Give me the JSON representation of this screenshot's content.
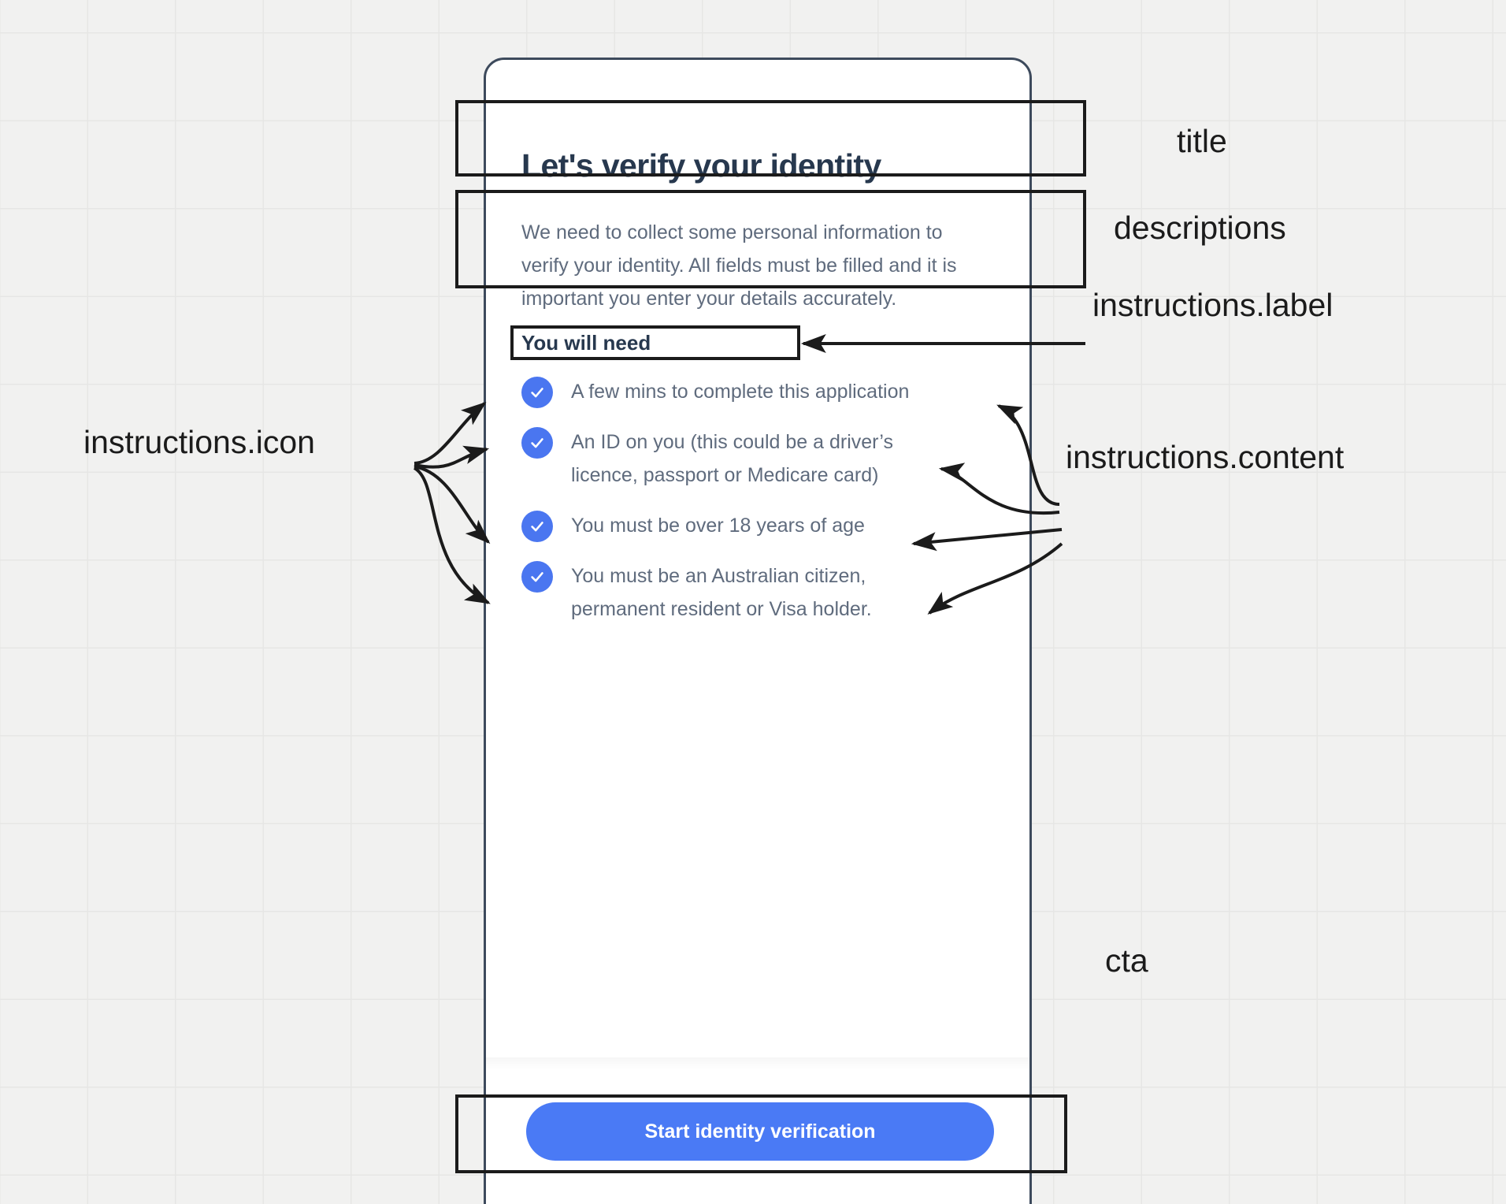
{
  "screen": {
    "title": "Let's verify your identity",
    "description": "We need to collect some personal information to verify your identity. All fields must be filled and it is important you enter your details accurately.",
    "instructions": {
      "label": "You will need",
      "icon_name": "check-circle-icon",
      "items": [
        {
          "icon": "check-circle-icon",
          "content": "A few mins to complete this application"
        },
        {
          "icon": "check-circle-icon",
          "content": "An ID on you (this could be a driver’s licence, passport or Medicare card)"
        },
        {
          "icon": "check-circle-icon",
          "content": "You must be over 18 years of age"
        },
        {
          "icon": "check-circle-icon",
          "content": "You must be an Australian citizen, permanent resident or Visa holder."
        }
      ]
    },
    "cta": {
      "label": "Start identity verification"
    }
  },
  "annotations": {
    "title": "title",
    "descriptions": "descriptions",
    "instructions_label": "instructions.label",
    "instructions_icon": "instructions.icon",
    "instructions_content": "instructions.content",
    "cta": "cta"
  },
  "colors": {
    "accent_blue": "#4a7af5",
    "check_blue": "#4a76f0",
    "heading": "#27384e",
    "body_text": "#5f6b7d",
    "annotation_stroke": "#1b1b1b",
    "canvas": "#f1f1f0",
    "grid_line": "#e6e6e5"
  }
}
